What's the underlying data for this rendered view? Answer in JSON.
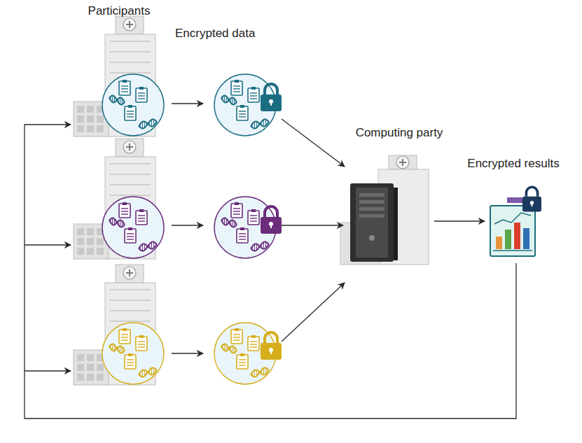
{
  "diagram": {
    "nodes": [
      {
        "text": [
          "Participants"
        ]
      },
      {
        "text": [
          "Encrypted data"
        ]
      },
      {
        "text": [
          "Computing party"
        ]
      },
      {
        "text": [
          "Encrypted results"
        ]
      }
    ],
    "edges": [
      {
        "from": 0,
        "to": 1,
        "arrow": "to"
      },
      {
        "from": 1,
        "to": 2,
        "arrow": "to"
      },
      {
        "from": 2,
        "to": 3,
        "arrow": "to"
      },
      {
        "from": 3,
        "to": 0,
        "arrow": "to"
      }
    ]
  }
}
